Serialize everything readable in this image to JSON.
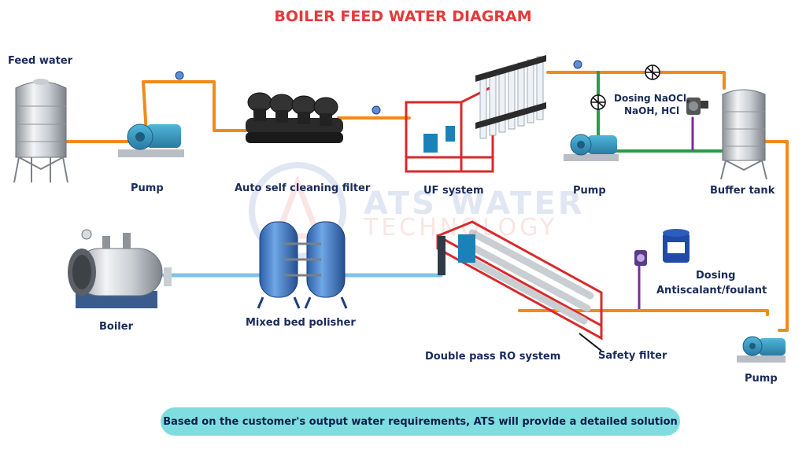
{
  "title": "BOILER FEED WATER DIAGRAM",
  "labels": {
    "feed_water": "Feed  water",
    "pump_1": "Pump",
    "auto_filter": "Auto self cleaning filter",
    "uf_system": "UF system",
    "pump_2": "Pump",
    "buffer_tank": "Buffer tank",
    "dosing_uf_line1": "Dosing NaOCl,",
    "dosing_uf_line2": "NaOH, HCl",
    "dosing_ro_line1": "Dosing",
    "dosing_ro_line2": "Antiscalant/foulant",
    "boiler": "Boiler",
    "mixed_bed": "Mixed bed polisher",
    "ro_system": "Double pass RO system",
    "safety_filter": "Safety filter",
    "pump_3": "Pump"
  },
  "watermark": {
    "line1": "ATS WATER",
    "line2": "TECHNOLOGY"
  },
  "banner": "Based on the customer's output water requirements, ATS will provide a detailed solution",
  "colors": {
    "title": "#e5393b",
    "label": "#1a2b5a",
    "pipe_orange": "#f08a1c",
    "pipe_green": "#2e9a4a",
    "pipe_blue": "#7ec3ea",
    "dosing_purple": "#7a2d9a",
    "banner": "#7fdde0"
  }
}
